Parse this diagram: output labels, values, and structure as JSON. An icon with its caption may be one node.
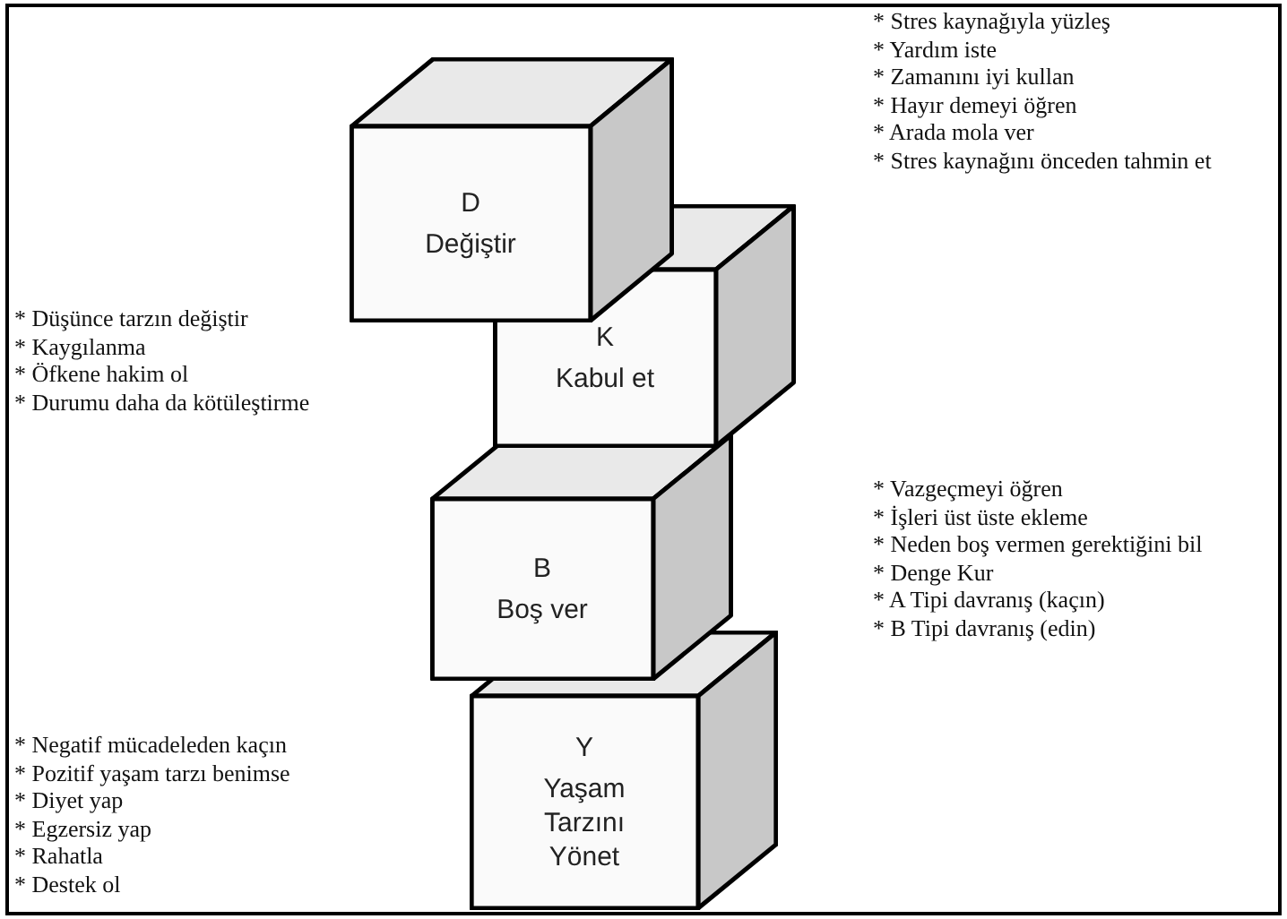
{
  "diagram": {
    "nodes": [
      {
        "text": [
          "D",
          "Değiştir"
        ],
        "beside": [
          "* Stres kaynağıyla yüzleş",
          "* Yardım iste",
          "* Zamanını iyi kullan",
          "* Hayır demeyi öğren",
          "* Arada mola ver",
          "* Stres kaynağını önceden tahmin et"
        ]
      },
      {
        "text": [
          "K",
          "Kabul et"
        ],
        "beside": [
          "* Düşünce tarzın değiştir",
          "* Kaygılanma",
          "* Öfkene hakim ol",
          "* Durumu daha da kötüleştirme"
        ]
      },
      {
        "text": [
          "B",
          "Boş ver"
        ],
        "beside": [
          "* Vazgeçmeyi öğren",
          "* İşleri üst üste ekleme",
          "* Neden boş vermen gerektiğini bil",
          "* Denge Kur",
          "* A Tipi davranış (kaçın)",
          "* B Tipi davranış (edin)"
        ]
      },
      {
        "text": [
          "Y",
          "Yaşam Tarzını Yönet"
        ],
        "beside": [
          "* Negatif mücadeleden kaçın",
          "* Pozitif yaşam tarzı benimse",
          "* Diyet yap",
          "* Egzersiz yap",
          "* Rahatla",
          "* Destek ol"
        ]
      }
    ]
  }
}
